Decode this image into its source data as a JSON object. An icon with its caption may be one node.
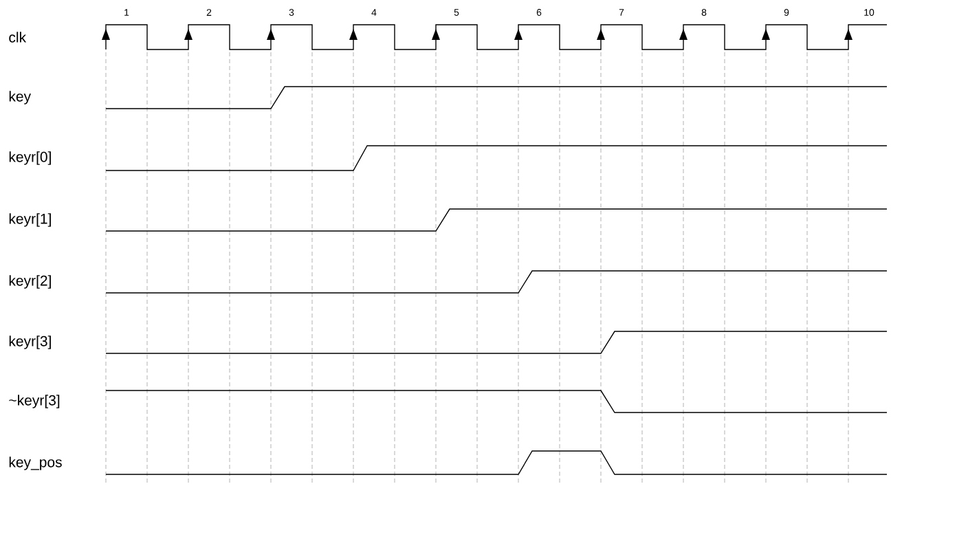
{
  "diagram": {
    "labels": [
      "1",
      "2",
      "3",
      "4",
      "5",
      "6",
      "7",
      "8",
      "9",
      "10",
      "clk",
      "key",
      "keyr[0]",
      "keyr[1]",
      "keyr[2]",
      "keyr[3]",
      "~keyr[3]",
      "key_pos"
    ]
  }
}
